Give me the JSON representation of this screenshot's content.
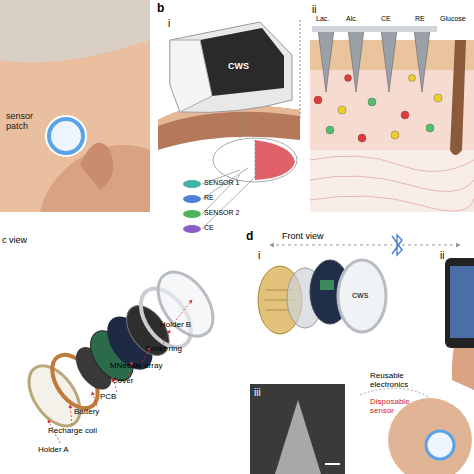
{
  "diagram": {
    "labels": [
      "sensor patch",
      "b",
      "i",
      "ii",
      "CWS",
      "SENSOR 1",
      "RE",
      "SENSOR 2",
      "CE",
      "Lac.",
      "Alc.",
      "CE",
      "RE",
      "Glucose",
      "c view",
      "Holder A",
      "Recharge coil",
      "Battery",
      "PCB",
      "Cover",
      "MNeedle array",
      "Cover ring",
      "Holder B",
      "d",
      "i",
      "Front view",
      "ii",
      "CWS",
      "iii",
      "Reusable electronics",
      "Disposable sensor"
    ]
  }
}
